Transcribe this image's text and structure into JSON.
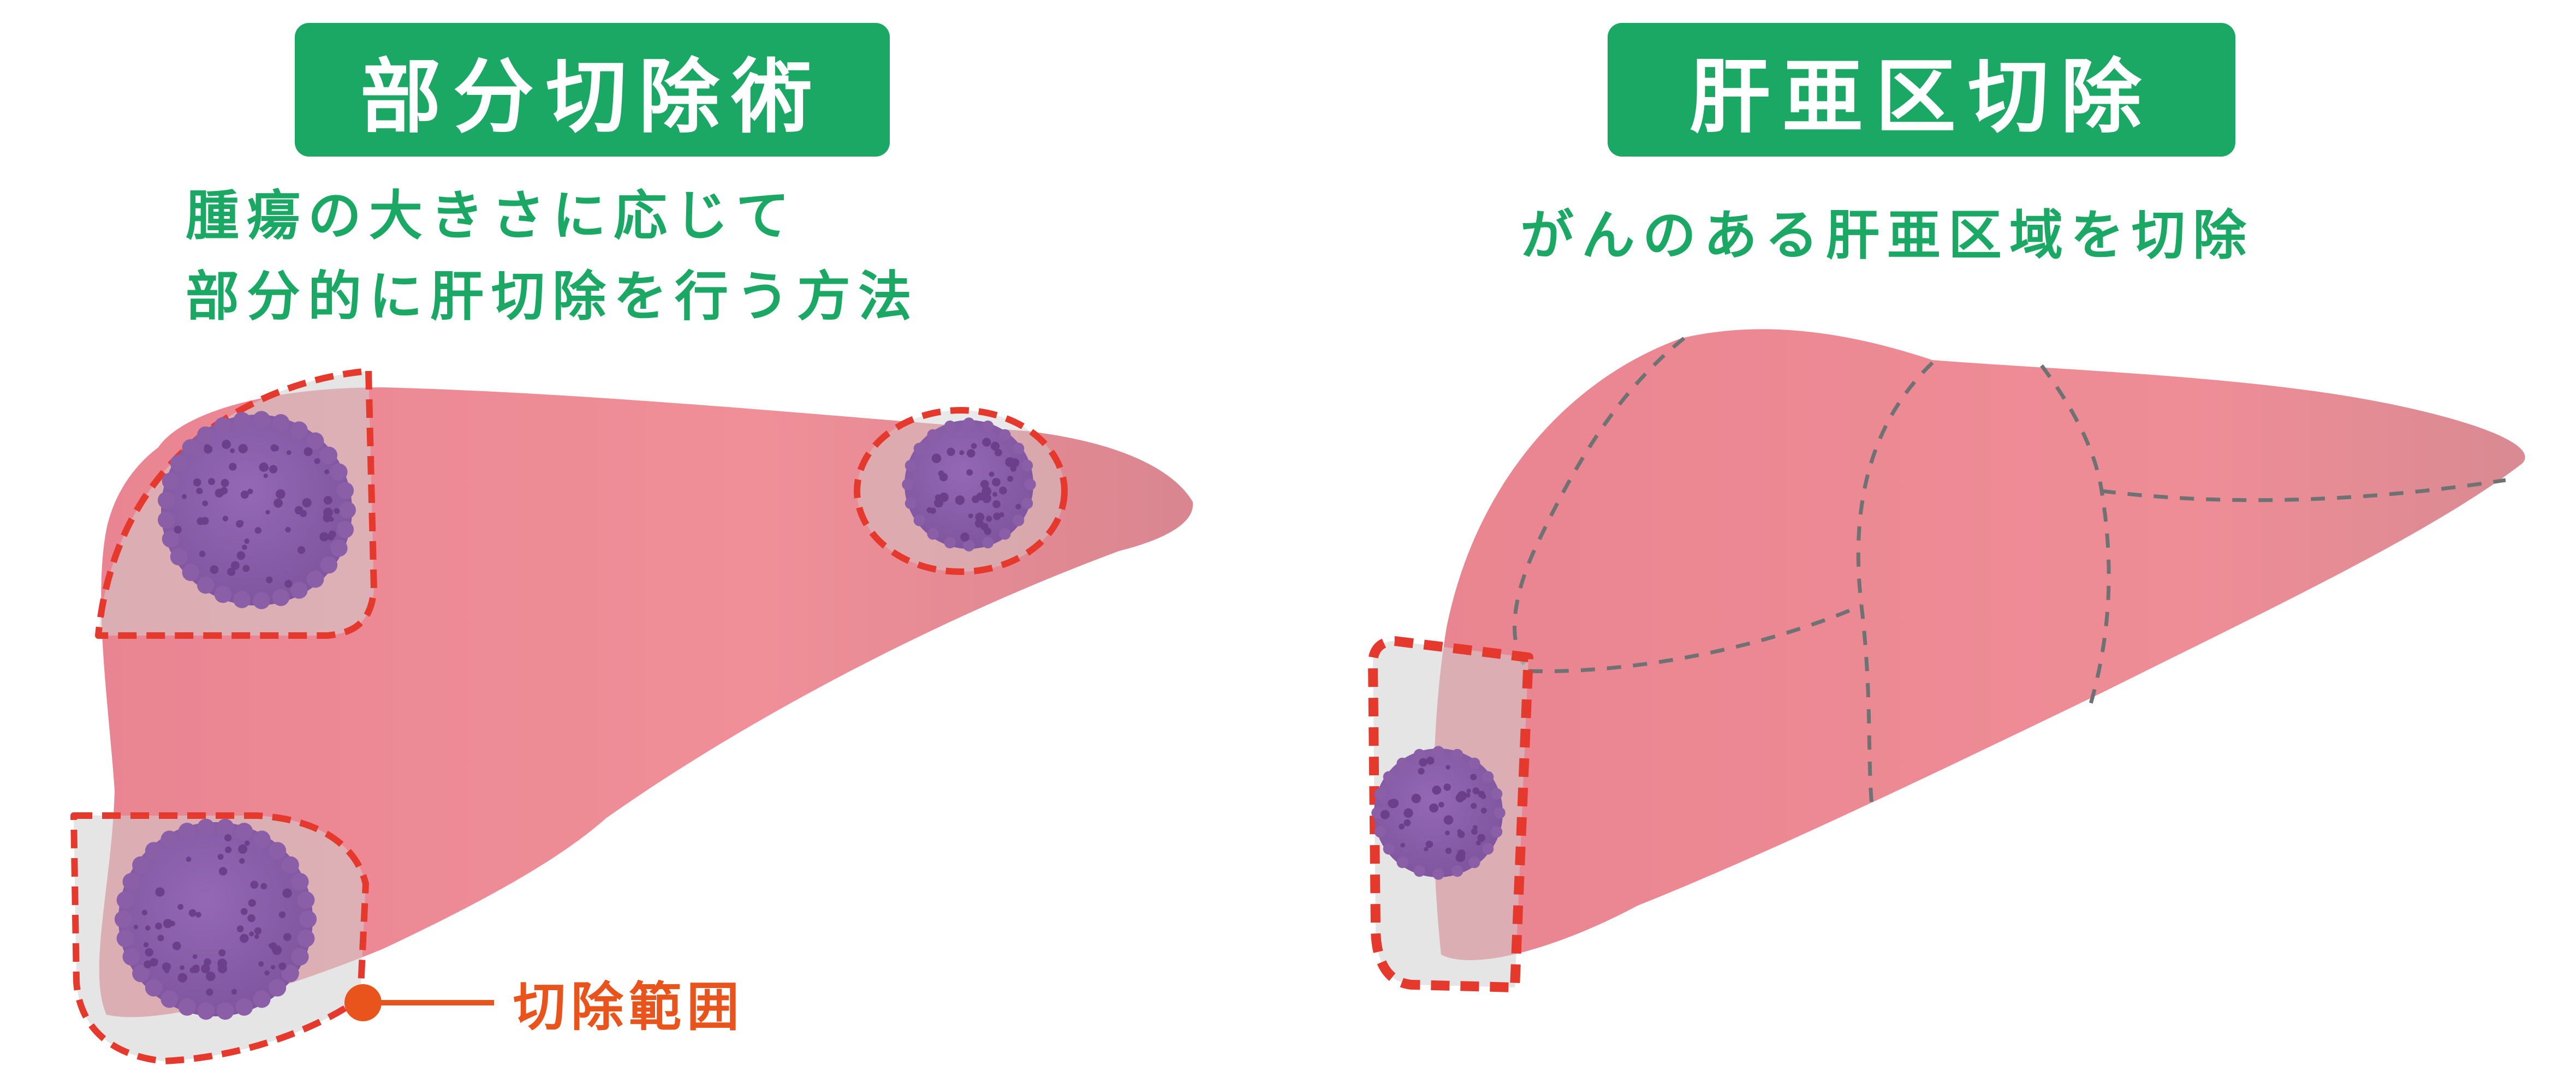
{
  "left_panel": {
    "title": "部分切除術",
    "description_lines": [
      "腫瘍の大きさに応じて",
      "部分的に肝切除を行う方法"
    ],
    "callout_label": "切除範囲"
  },
  "right_panel": {
    "title": "肝亜区切除",
    "description": "がんのある肝亜区域を切除"
  },
  "colors": {
    "title_bg": "#1aa864",
    "description_text": "#1aa864",
    "liver": "#ec8a93",
    "liver_edge": "#d98690",
    "tumor": "#8a5fa8",
    "tumor_dot": "#6c3f8a",
    "resection_outline": "#e5392e",
    "callout": "#e8541c"
  }
}
